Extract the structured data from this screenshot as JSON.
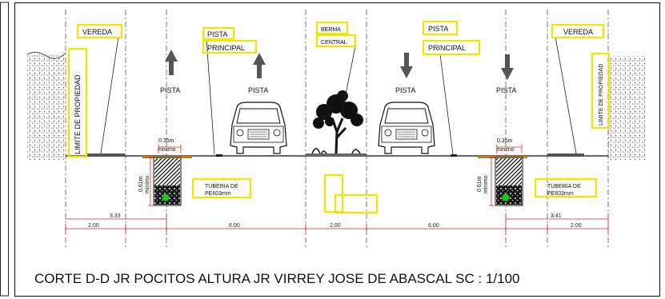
{
  "labels": {
    "vereda_left": "VEREDA",
    "vereda_right": "VEREDA",
    "pista_principal_left_1": "PISTA",
    "pista_principal_left_2": "PRINCIPAL",
    "pista_principal_right_1": "PISTA",
    "pista_principal_right_2": "PRINCIPAL",
    "berma_1": "BERMA",
    "berma_2": "CENTRAL",
    "limite_left": "LIMITE DE PROPIEDAD",
    "limite_right": "LIMITE DE PROPIEDAD",
    "pista_1": "PISTA",
    "pista_2": "PISTA",
    "pista_3": "PISTA",
    "pista_4": "PISTA",
    "depth_left_1": "0.61m",
    "depth_left_2": "minimo",
    "depth_right_1": "0.61m",
    "depth_right_2": "minimo",
    "width_left_1": "0.35m",
    "width_left_2": "minimo",
    "width_right_1": "0.35m",
    "width_right_2": "minimo",
    "tuberia_left_1": "TUBERIA DE",
    "tuberia_left_2": "PE603mm",
    "tuberia_right_1": "TUBERIA DE",
    "tuberia_right_2": "PE603mm"
  },
  "dimensions": {
    "left_total": "3.33",
    "right_total": "3.41",
    "seg_1": "2.00",
    "seg_2": "6.00",
    "seg_3": "2.00",
    "seg_4": "6.00",
    "seg_5": "2.00"
  },
  "title": "CORTE D-D JR POCITOS ALTURA JR VIRREY JOSE DE ABASCAL SC : 1/100",
  "colors": {
    "highlight": "#f2e600",
    "dimension": "#e02020",
    "pipe": "#22c322",
    "ground": "#c8781e"
  }
}
